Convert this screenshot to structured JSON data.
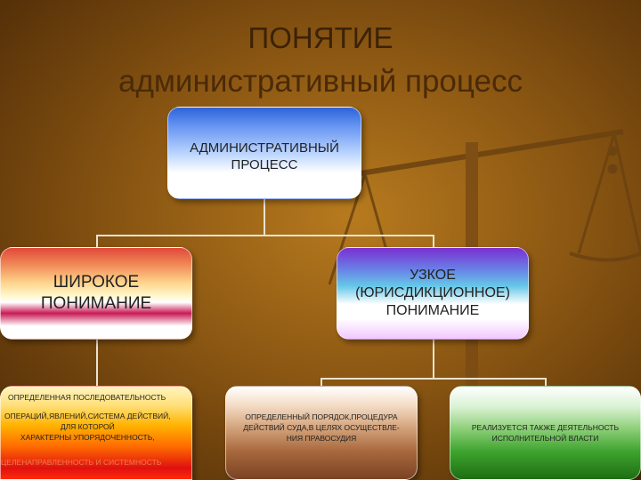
{
  "title": {
    "line1": "ПОНЯТИЕ",
    "line2": "административный процесс"
  },
  "diagram": {
    "root": "АДМИНИСТРАТИВНЫЙ\nПРОЦЕСС",
    "broad": "ШИРОКОЕ\nПОНИМАНИЕ",
    "narrow": "УЗКОЕ\n(ЮРИСДИКЦИОННОЕ)\nПОНИМАНИЕ",
    "broad_detail": {
      "line1": "ОПРЕДЕЛЕННАЯ ПОСЛЕДОВАТЕЛЬНОСТЬ",
      "line2": "ОПЕРАЦИЙ,ЯВЛЕНИЙ,СИСТЕМА ДЕЙСТВИЙ,\nДЛЯ КОТОРОЙ\nХАРАКТЕРНЫ УПОРЯДОЧЕННОСТЬ,",
      "line3": "ЦЕЛЕНАПРАВЛЕННОСТЬ И СИСТЕМНОСТЬ"
    },
    "narrow_detail": "ОПРЕДЕЛЕННЫЙ ПОРЯДОК,ПРОЦЕДУРА\nДЕЙСТВИЙ СУДА,В ЦЕЛЯХ ОСУЩЕСТВЛЕ-\nНИЯ ПРАВОСУДИЯ",
    "executive_detail": "РЕАЛИЗУЕТСЯ ТАКЖЕ ДЕЯТЕЛЬНОСТЬ\nИСПОЛНИТЕЛЬНОЙ ВЛАСТИ"
  },
  "colors": {
    "background": "#8a5612",
    "title": "#4a2a08",
    "connector": "#e9e2cf"
  },
  "decoration": "scales-of-justice"
}
